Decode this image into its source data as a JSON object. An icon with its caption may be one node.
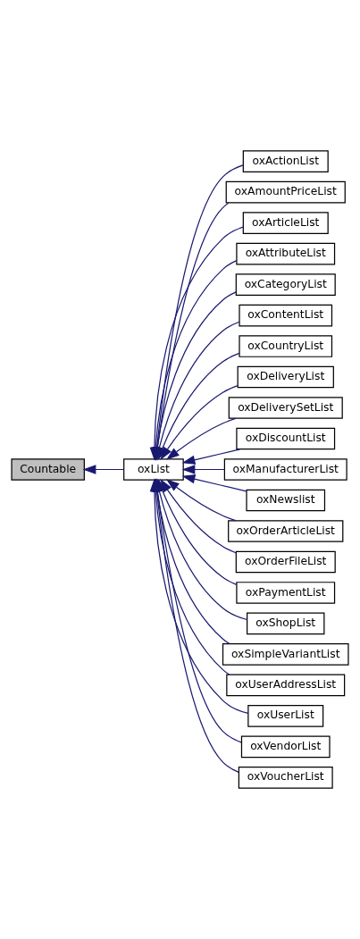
{
  "diagram": {
    "nodes": [
      {
        "text": [
          "Countable"
        ]
      },
      {
        "text": [
          "oxList"
        ]
      },
      {
        "text": [
          "oxActionList"
        ]
      },
      {
        "text": [
          "oxAmountPriceList"
        ]
      },
      {
        "text": [
          "oxArticleList"
        ]
      },
      {
        "text": [
          "oxAttributeList"
        ]
      },
      {
        "text": [
          "oxCategoryList"
        ]
      },
      {
        "text": [
          "oxContentList"
        ]
      },
      {
        "text": [
          "oxCountryList"
        ]
      },
      {
        "text": [
          "oxDeliveryList"
        ]
      },
      {
        "text": [
          "oxDeliverySetList"
        ]
      },
      {
        "text": [
          "oxDiscountList"
        ]
      },
      {
        "text": [
          "oxManufacturerList"
        ]
      },
      {
        "text": [
          "oxNewslist"
        ]
      },
      {
        "text": [
          "oxOrderArticleList"
        ]
      },
      {
        "text": [
          "oxOrderFileList"
        ]
      },
      {
        "text": [
          "oxPaymentList"
        ]
      },
      {
        "text": [
          "oxShopList"
        ]
      },
      {
        "text": [
          "oxSimpleVariantList"
        ]
      },
      {
        "text": [
          "oxUserAddressList"
        ]
      },
      {
        "text": [
          "oxUserList"
        ]
      },
      {
        "text": [
          "oxVendorList"
        ]
      },
      {
        "text": [
          "oxVoucherList"
        ]
      }
    ],
    "edges": [
      {
        "from": 1,
        "to": 0,
        "arrow": "to"
      },
      {
        "from": 2,
        "to": 1,
        "arrow": "to"
      },
      {
        "from": 3,
        "to": 1,
        "arrow": "to"
      },
      {
        "from": 4,
        "to": 1,
        "arrow": "to"
      },
      {
        "from": 5,
        "to": 1,
        "arrow": "to"
      },
      {
        "from": 6,
        "to": 1,
        "arrow": "to"
      },
      {
        "from": 7,
        "to": 1,
        "arrow": "to"
      },
      {
        "from": 8,
        "to": 1,
        "arrow": "to"
      },
      {
        "from": 9,
        "to": 1,
        "arrow": "to"
      },
      {
        "from": 10,
        "to": 1,
        "arrow": "to"
      },
      {
        "from": 11,
        "to": 1,
        "arrow": "to"
      },
      {
        "from": 12,
        "to": 1,
        "arrow": "to"
      },
      {
        "from": 13,
        "to": 1,
        "arrow": "to"
      },
      {
        "from": 14,
        "to": 1,
        "arrow": "to"
      },
      {
        "from": 15,
        "to": 1,
        "arrow": "to"
      },
      {
        "from": 16,
        "to": 1,
        "arrow": "to"
      },
      {
        "from": 17,
        "to": 1,
        "arrow": "to"
      },
      {
        "from": 18,
        "to": 1,
        "arrow": "to"
      },
      {
        "from": 19,
        "to": 1,
        "arrow": "to"
      },
      {
        "from": 20,
        "to": 1,
        "arrow": "to"
      },
      {
        "from": 21,
        "to": 1,
        "arrow": "to"
      },
      {
        "from": 22,
        "to": 1,
        "arrow": "to"
      }
    ]
  }
}
